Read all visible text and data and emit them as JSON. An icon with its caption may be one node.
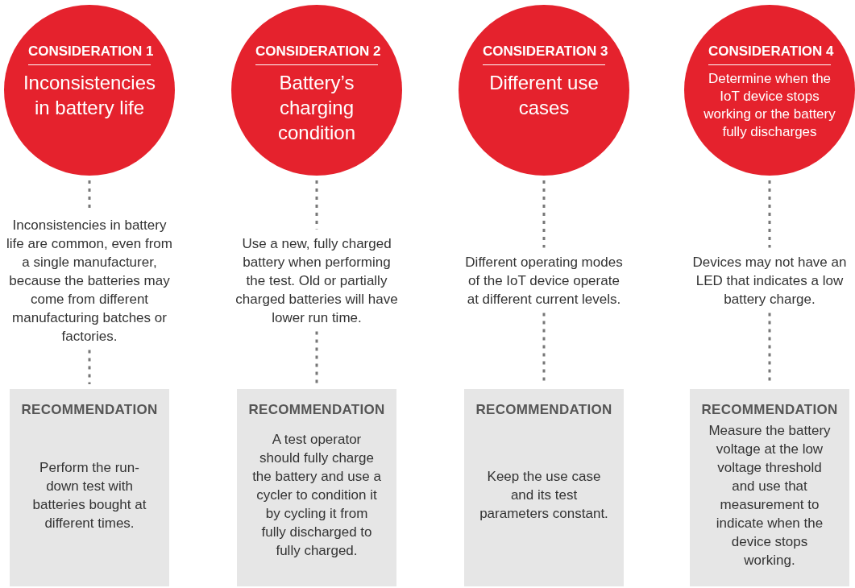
{
  "diagram": {
    "nodes": [
      {
        "text": [
          "CONSIDERATION 1",
          "Inconsistencies in battery life"
        ]
      },
      {
        "text": [
          "Inconsistencies in battery life are common, even from a single manufacturer, because the batteries may come from different manufacturing batches or factories."
        ]
      },
      {
        "text": [
          "RECOMMENDATION",
          "Perform the run-down test with batteries bought at different times."
        ]
      },
      {
        "text": [
          "CONSIDERATION 2",
          "Battery’s charging condition"
        ]
      },
      {
        "text": [
          "Use a new, fully charged battery when performing the test. Old or partially charged batteries will have lower run time."
        ]
      },
      {
        "text": [
          "RECOMMENDATION",
          "A test operator should fully charge the battery and use a cycler to condition it by cycling it from fully discharged to fully charged."
        ]
      },
      {
        "text": [
          "CONSIDERATION 3",
          "Different use cases"
        ]
      },
      {
        "text": [
          "Different operating modes of the IoT device operate at different current levels."
        ]
      },
      {
        "text": [
          "RECOMMENDATION",
          "Keep the use case and its test parameters constant."
        ]
      },
      {
        "text": [
          "CONSIDERATION 4",
          "Determine when the IoT device stops working or the battery fully discharges"
        ]
      },
      {
        "text": [
          "Devices may not have an LED that indicates a low battery charge."
        ]
      },
      {
        "text": [
          "RECOMMENDATION",
          "Measure the battery voltage at the low voltage threshold and use that measurement to indicate when the device stops working."
        ]
      }
    ],
    "edges": [
      {
        "from": 0,
        "to": 1,
        "arrow": "none",
        "style": "dashed"
      },
      {
        "from": 1,
        "to": 2,
        "arrow": "none",
        "style": "dashed"
      },
      {
        "from": 3,
        "to": 4,
        "arrow": "none",
        "style": "dashed"
      },
      {
        "from": 4,
        "to": 5,
        "arrow": "none",
        "style": "dashed"
      },
      {
        "from": 6,
        "to": 7,
        "arrow": "none",
        "style": "dashed"
      },
      {
        "from": 7,
        "to": 8,
        "arrow": "none",
        "style": "dashed"
      },
      {
        "from": 9,
        "to": 10,
        "arrow": "none",
        "style": "dashed"
      },
      {
        "from": 10,
        "to": 11,
        "arrow": "none",
        "style": "dashed"
      }
    ]
  }
}
